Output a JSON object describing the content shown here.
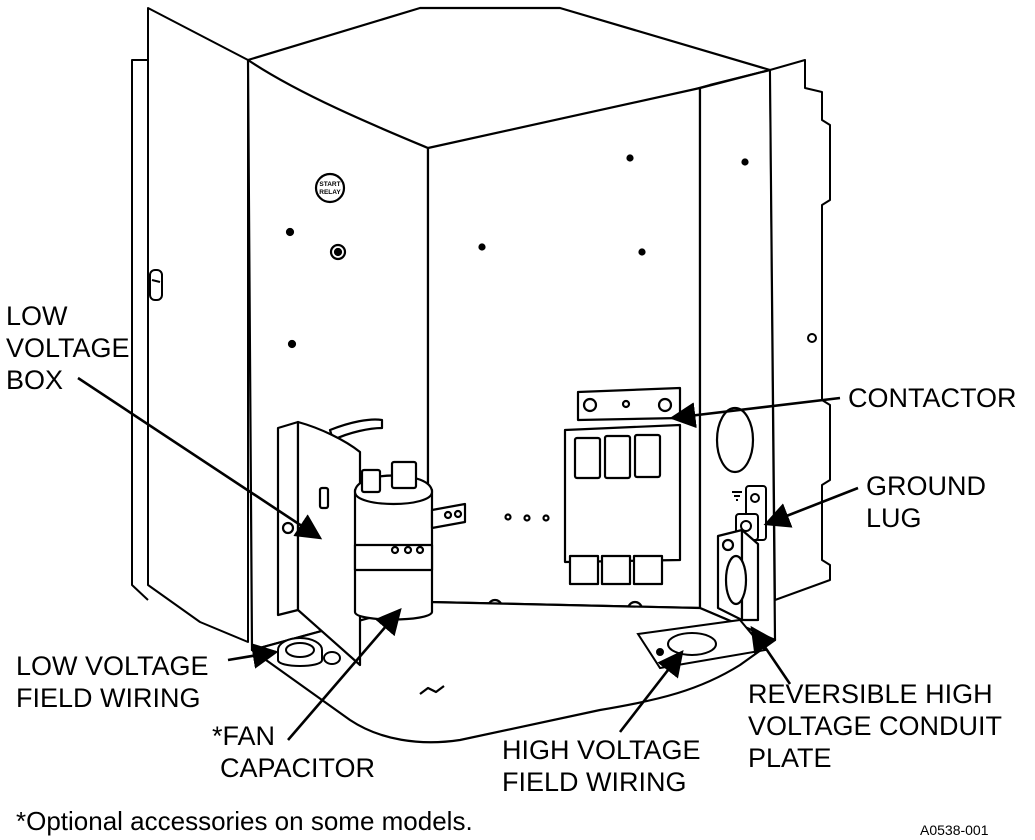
{
  "labels": {
    "low_voltage_box": [
      "LOW",
      "VOLTAGE",
      "BOX"
    ],
    "contactor": [
      "CONTACTOR"
    ],
    "ground_lug": [
      "GROUND",
      "LUG"
    ],
    "low_voltage_field_wiring": [
      "LOW VOLTAGE",
      "FIELD WIRING"
    ],
    "fan_capacitor": [
      "*FAN",
      "CAPACITOR"
    ],
    "high_voltage_field_wiring": [
      "HIGH VOLTAGE",
      "FIELD WIRING"
    ],
    "reversible_plate": [
      "REVERSIBLE HIGH",
      "VOLTAGE CONDUIT",
      "PLATE"
    ]
  },
  "start_relay_marking": [
    "START",
    "RELAY"
  ],
  "footnote": "*Optional accessories on some models.",
  "figure_code": "A0538-001",
  "colors": {
    "ink": "#000000",
    "paper": "#ffffff",
    "panel_shade": "#f4f4f4"
  }
}
